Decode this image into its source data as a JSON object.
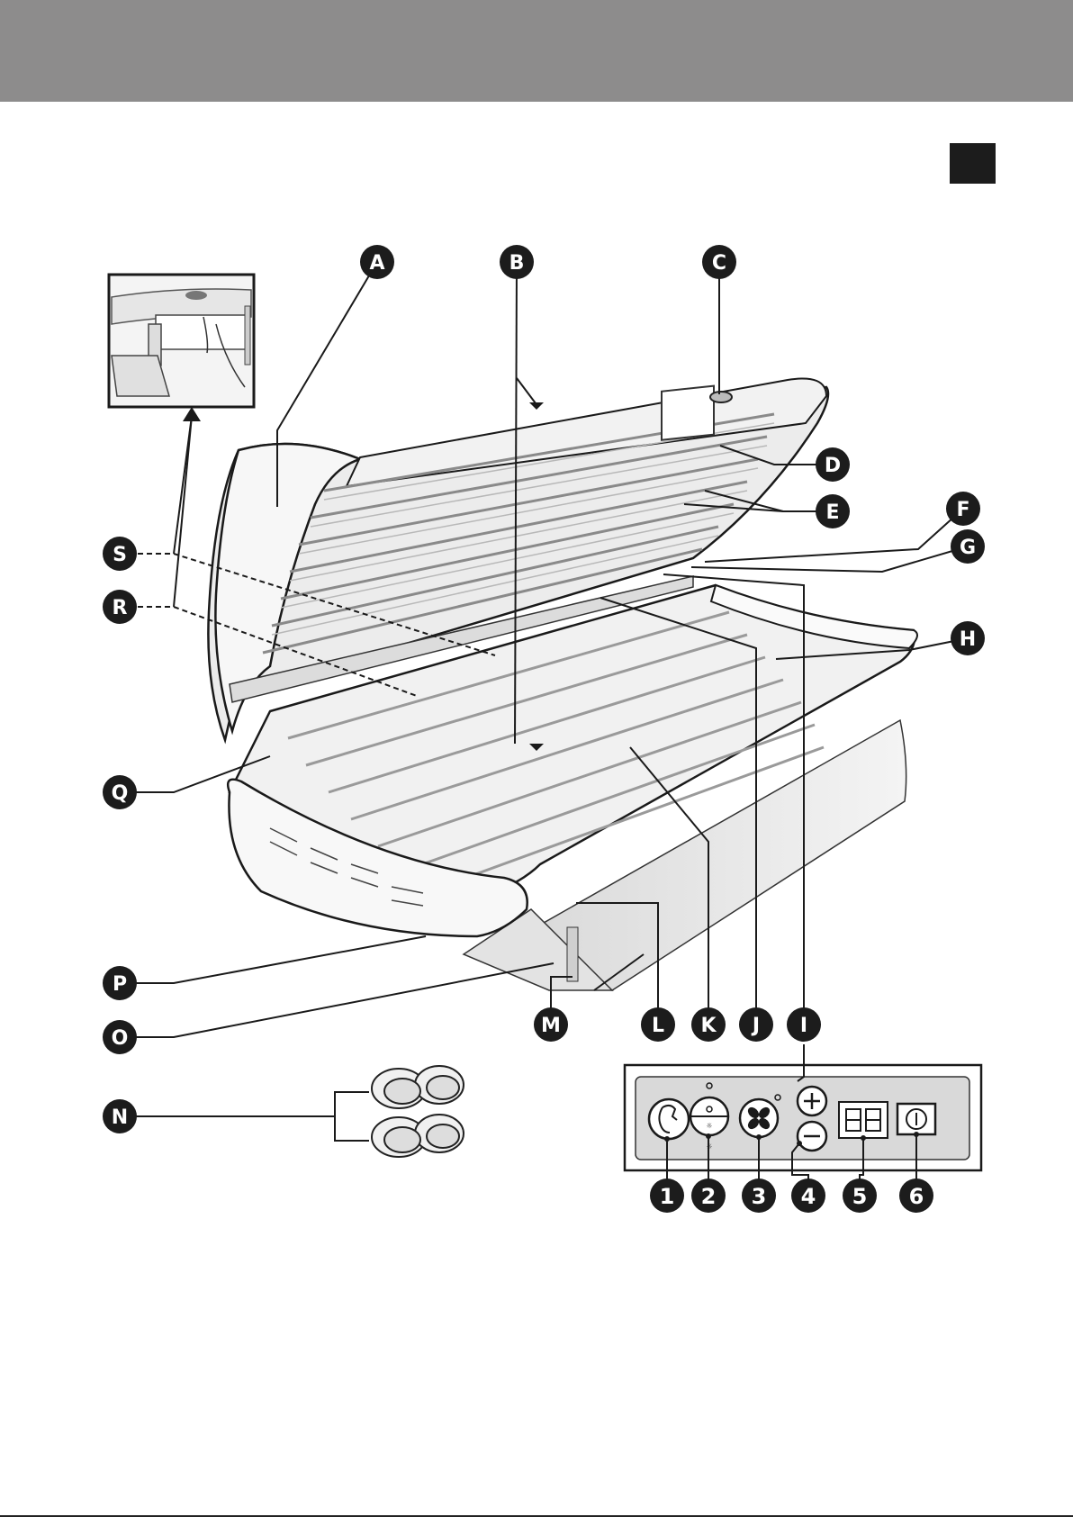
{
  "colors": {
    "header": "#8d8c8c",
    "callout": "#1c1c1c",
    "panel_bg": "#d9d9d9",
    "line": "#1a1a1a"
  },
  "callouts": {
    "A": "A",
    "B": "B",
    "C": "C",
    "D": "D",
    "E": "E",
    "F": "F",
    "G": "G",
    "H": "H",
    "I": "I",
    "J": "J",
    "K": "K",
    "L": "L",
    "M": "M",
    "N": "N",
    "O": "O",
    "P": "P",
    "Q": "Q",
    "R": "R",
    "S": "S"
  },
  "control_panel": {
    "buttons": [
      "1",
      "2",
      "3",
      "4",
      "5",
      "6"
    ],
    "icons": [
      "face-icon",
      "sun-intensity-icon",
      "fan-icon",
      "plus-icon",
      "minus-icon",
      "digital-display",
      "power-icon"
    ]
  }
}
